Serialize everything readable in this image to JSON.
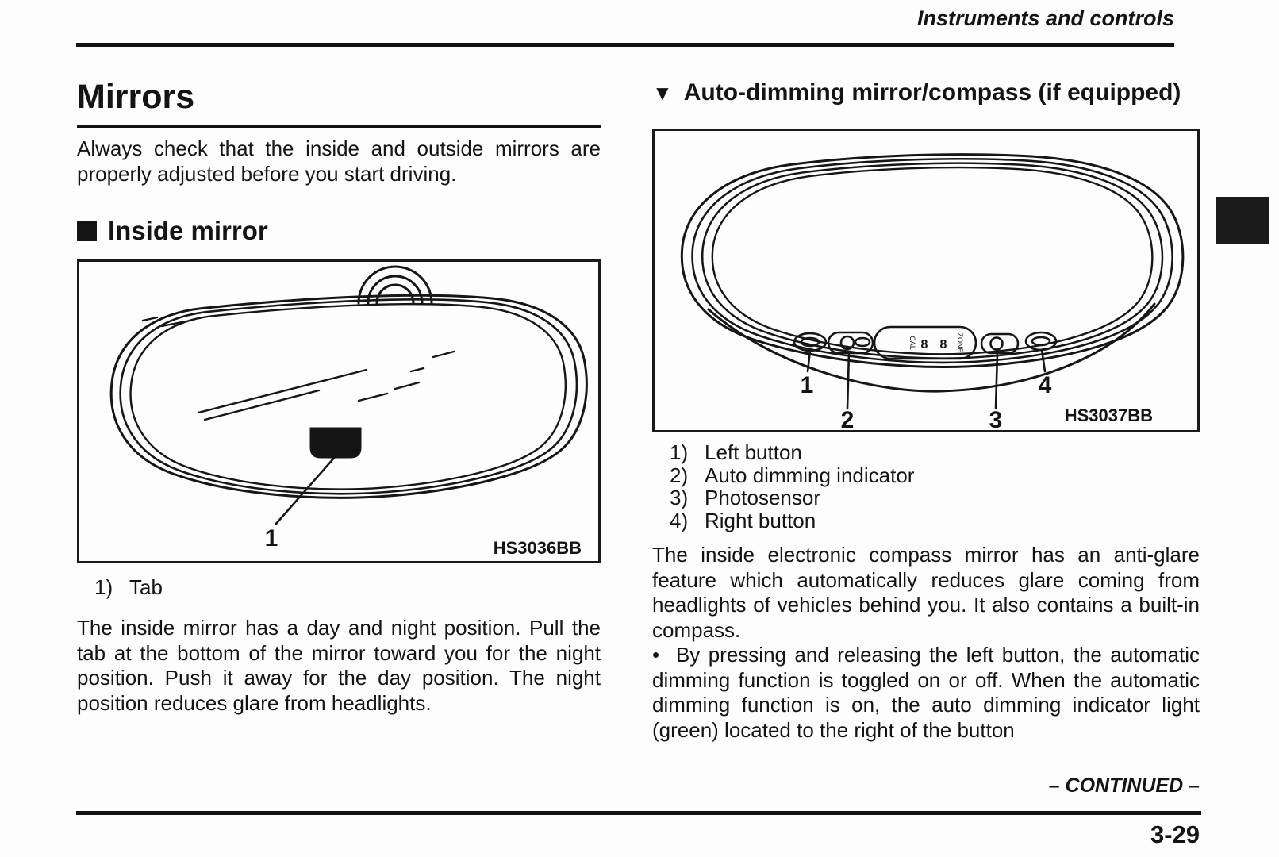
{
  "theme": {
    "paper": "#fdfdfd",
    "ink": "#141414"
  },
  "header": {
    "title": "Instruments and controls"
  },
  "left": {
    "title": "Mirrors",
    "intro": "Always check that the inside and outside mirrors are properly adjusted before you start driving.",
    "inside": {
      "heading": "Inside mirror",
      "figure": {
        "code": "HS3036BB",
        "callout_1": "1"
      },
      "legend": [
        {
          "num": "1)",
          "label": "Tab"
        }
      ],
      "body": "The inside mirror has a day and night position. Pull the tab at the bottom of the mirror toward you for the night position. Push it away for the day position. The night position reduces glare from headlights."
    }
  },
  "right": {
    "autodim": {
      "marker": "▼",
      "heading": "Auto-dimming mirror/compass (if equipped)",
      "figure": {
        "code": "HS3037BB",
        "callout_1": "1",
        "callout_2": "2",
        "callout_3": "3",
        "callout_4": "4",
        "display": {
          "left_label": "CAL",
          "digit_left": "8",
          "digit_right": "8",
          "right_label": "ZONE"
        }
      },
      "legend": [
        {
          "num": "1)",
          "label": "Left button"
        },
        {
          "num": "2)",
          "label": "Auto dimming indicator"
        },
        {
          "num": "3)",
          "label": "Photosensor"
        },
        {
          "num": "4)",
          "label": "Right button"
        }
      ],
      "body": "The inside electronic compass mirror has an anti-glare feature which automatically reduces glare coming from headlights of vehicles behind you. It also contains a built-in compass.",
      "bullet_marker": "•",
      "bullet": "By pressing and releasing the left button, the automatic dimming function is toggled on or off. When the automatic dimming function is on, the auto dimming indicator light (green) located to the right of the button"
    }
  },
  "footer": {
    "continued": "– CONTINUED –",
    "page_number": "3-29"
  }
}
